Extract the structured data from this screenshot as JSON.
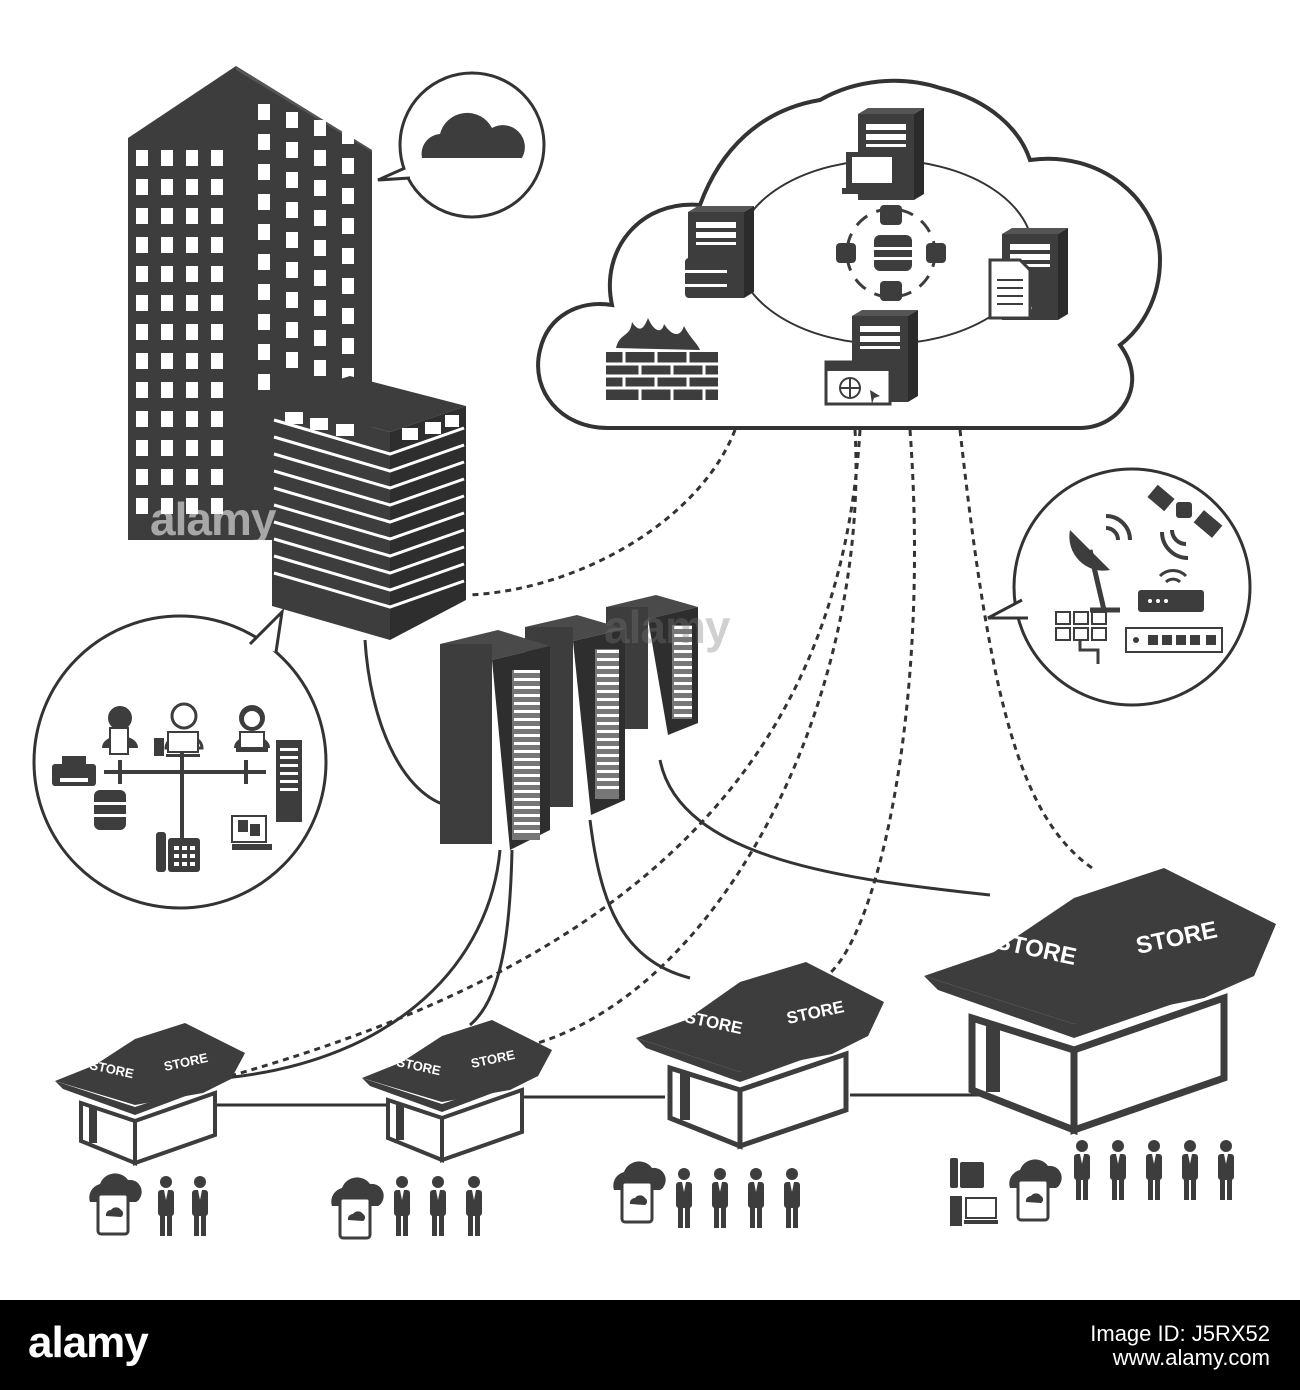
{
  "colors": {
    "ink": "#3d3d3d",
    "background": "#ffffff",
    "footer": "#000000"
  },
  "stores": [
    {
      "left_sign": "STORE",
      "right_sign": "STORE"
    },
    {
      "left_sign": "STORE",
      "right_sign": "STORE"
    },
    {
      "left_sign": "STORE",
      "right_sign": "STORE"
    },
    {
      "left_sign": "STORE",
      "right_sign": "STORE"
    }
  ],
  "icons": [
    "office-building-icon",
    "cloud-icon",
    "server-icon",
    "database-icon",
    "firewall-icon",
    "satellite-icon",
    "satellite-dish-icon",
    "router-icon",
    "network-switch-icon",
    "user-icon",
    "telephone-icon",
    "printer-icon",
    "tablet-cloud-icon",
    "store-icon"
  ],
  "watermark": "alamy",
  "footer": {
    "brand": "alamy",
    "image_id": "Image ID: J5RX52",
    "url": "www.alamy.com"
  }
}
